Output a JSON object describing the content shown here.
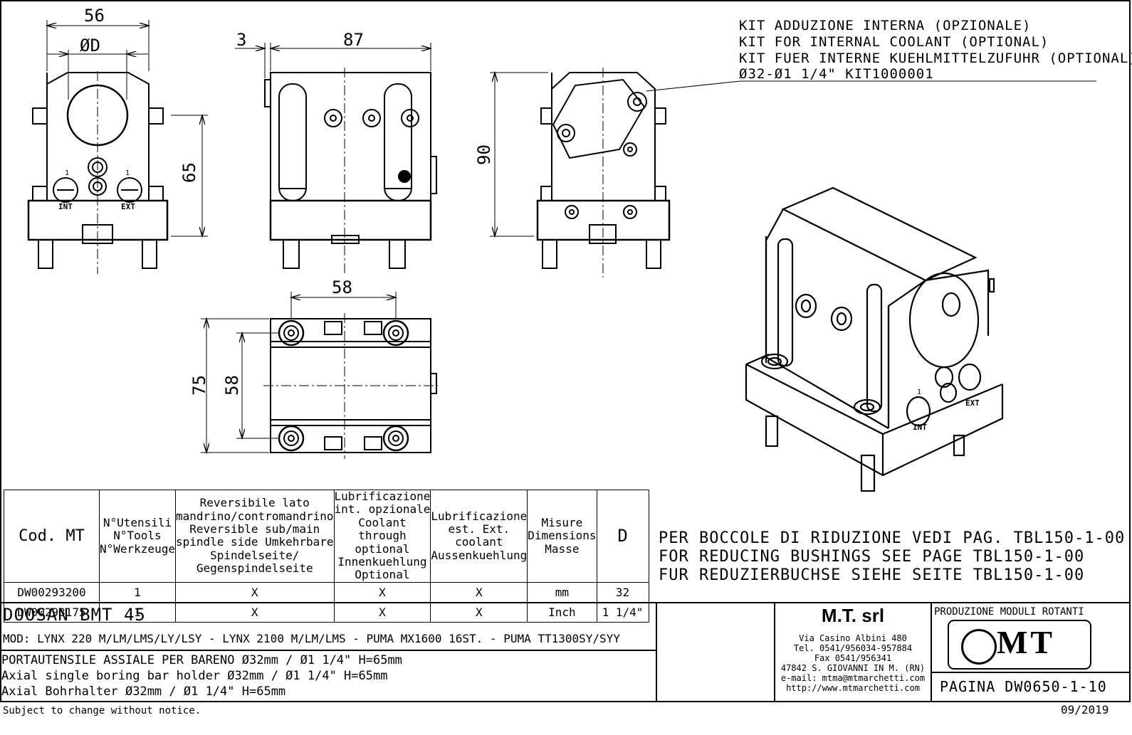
{
  "view_front": {
    "dim_width": "56",
    "dim_bore": "ØD",
    "dim_height": "65",
    "label_int": "INT",
    "label_ext": "EXT",
    "mark_int": "1",
    "mark_ext": "1"
  },
  "view_side": {
    "dim_offset": "3",
    "dim_length": "87"
  },
  "view_rear": {
    "dim_height": "90"
  },
  "view_bottom": {
    "dim_hole_spacing": "58",
    "dim_overall": "75",
    "dim_inner": "58"
  },
  "kit_note": [
    "KIT ADDUZIONE INTERNA (OPZIONALE)",
    "KIT FOR INTERNAL COOLANT (OPTIONAL)",
    "KIT FUER INTERNE KUEHLMITTELZUFUHR (OPTIONAL)",
    "Ø32-Ø1 1/4\"  KIT1000001"
  ],
  "bushing_note": [
    "PER BOCCOLE DI RIDUZIONE VEDI PAG. TBL150-1-00",
    "FOR REDUCING BUSHINGS SEE PAGE TBL150-1-00",
    "FUR REDUZIERBUCHSE SIEHE SEITE TBL150-1-00"
  ],
  "iso_labels": {
    "int": "INT",
    "ext": "EXT",
    "mark": "1"
  },
  "spec_table": {
    "headers": {
      "cod": "Cod. MT",
      "tools": "N°Utensili N°Tools N°Werkzeuge",
      "reversible": "Reversibile lato mandrino/contromandrino Reversible sub/main spindle side Umkehrbare Spindelseite/ Gegenspindelseite",
      "internal": "Lubrificazione int. opzionale Coolant through optional Innenkuehlung Optional",
      "external": "Lubrificazione est. Ext. coolant Aussenkuehlung",
      "dimensions": "Misure Dimensions Masse",
      "d": "D"
    },
    "rows": [
      {
        "cod": "DW00293200",
        "tools": "1",
        "reversible": "X",
        "internal": "X",
        "external": "X",
        "dimensions": "mm",
        "d": "32"
      },
      {
        "cod": "DW00293175",
        "tools": "1",
        "reversible": "X",
        "internal": "X",
        "external": "X",
        "dimensions": "Inch",
        "d": "1 1/4\""
      }
    ]
  },
  "title_block": {
    "machine": "DOOSAN  BMT 45",
    "models": "MOD: LYNX 220 M/LM/LMS/LY/LSY - LYNX 2100 M/LM/LMS - PUMA MX1600 16ST. - PUMA TT1300SY/SYY",
    "desc_it": "PORTAUTENSILE ASSIALE PER BARENO Ø32mm / Ø1 1/4\" H=65mm",
    "desc_en": "Axial single boring bar holder Ø32mm / Ø1 1/4\" H=65mm",
    "desc_de": "Axial Bohrhalter Ø32mm / Ø1 1/4\" H=65mm",
    "company": "M.T. srl",
    "address": [
      "Via Casino Albini 480",
      "Tel. 0541/956034-957884",
      "Fax 0541/956341",
      "47842 S. GIOVANNI IN M. (RN)",
      "e-mail: mtma@mtmarchetti.com",
      "http://www.mtmarchetti.com"
    ],
    "production": "PRODUZIONE MODULI ROTANTI",
    "logo_text": "MT",
    "page": "PAGINA DW0650-1-10"
  },
  "footer": {
    "notice": "Subject to change without notice.",
    "date": "09/2019"
  }
}
